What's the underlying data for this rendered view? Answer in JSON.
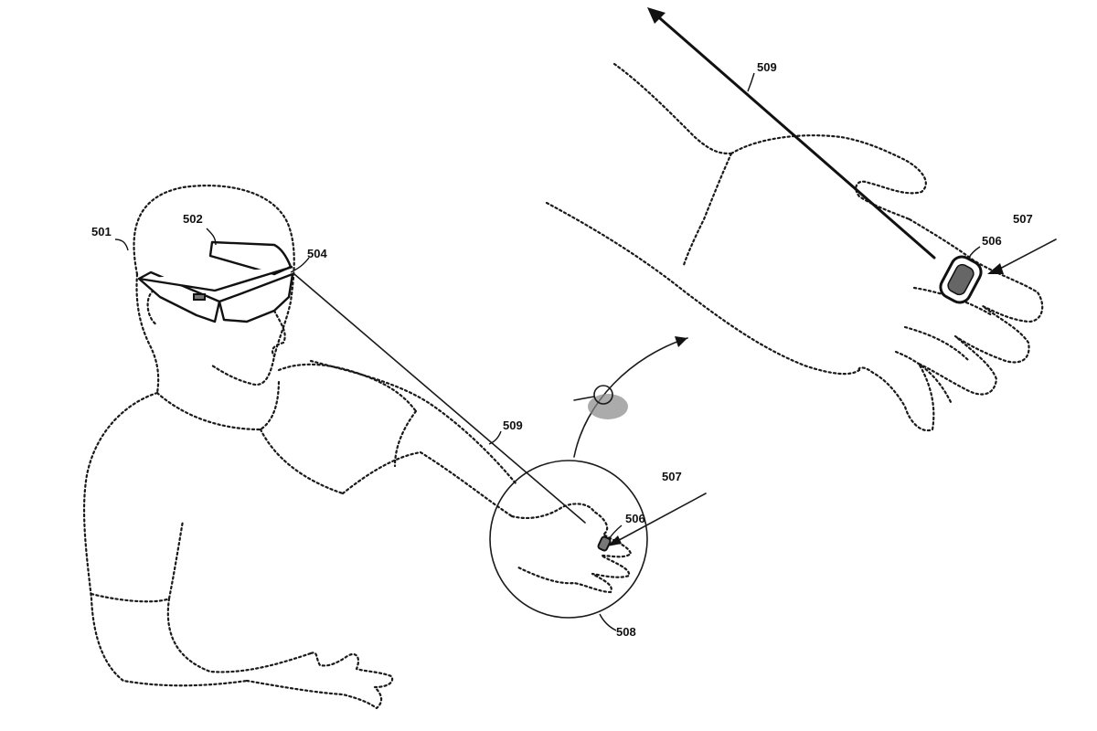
{
  "figure": {
    "ref_labels": {
      "user": "501",
      "glasses": "502",
      "camera": "504",
      "ring_device": "506",
      "ring_device_zoom": "506",
      "ring_arrow": "507",
      "ring_arrow_zoom": "507",
      "zoom_circle": "508",
      "pointing_ray": "509",
      "pointing_ray_zoom": "509"
    }
  }
}
